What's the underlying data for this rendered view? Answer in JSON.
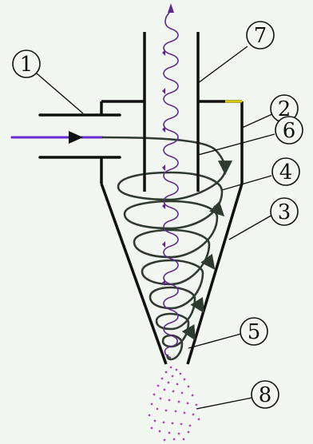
{
  "colors": {
    "background": "#f2f6f1",
    "ink": "#111111",
    "spiral_outer": "#2e3b2e",
    "spiral_inner": "#5d2b8c",
    "inlet_line": "#6b2bd1",
    "roof_accent": "#d6c900",
    "particles": "#b04ab0"
  },
  "callouts": [
    {
      "id": "c1",
      "label": "1"
    },
    {
      "id": "c2",
      "label": "2"
    },
    {
      "id": "c3",
      "label": "3"
    },
    {
      "id": "c4",
      "label": "4"
    },
    {
      "id": "c5",
      "label": "5"
    },
    {
      "id": "c6",
      "label": "6"
    },
    {
      "id": "c7",
      "label": "7"
    },
    {
      "id": "c8",
      "label": "8"
    }
  ]
}
